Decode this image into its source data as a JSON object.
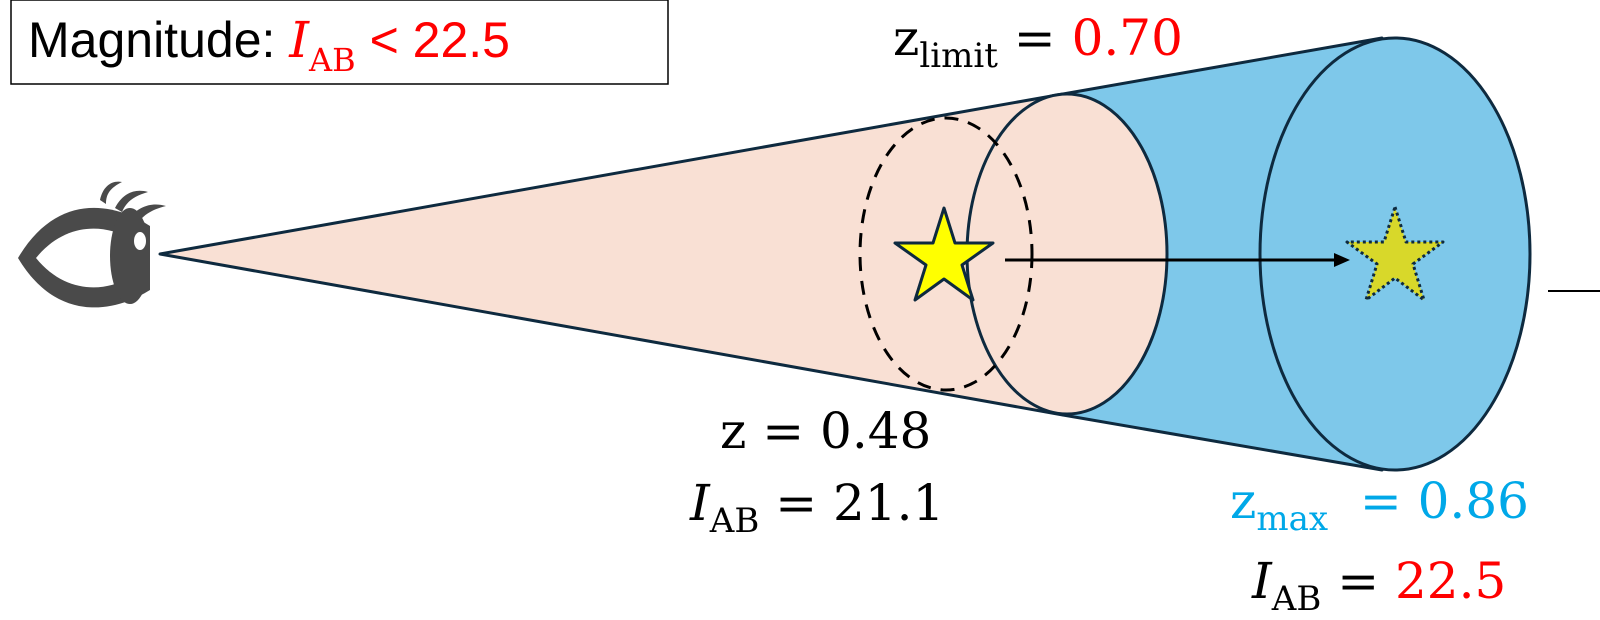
{
  "colors": {
    "near_cone": "#f9e0d4",
    "far_cone": "#7ec8ea",
    "outline": "#0e2a3f",
    "star_near": "#ffff00",
    "star_far": "#d8d82a",
    "red": "#ff0000",
    "blue": "#00a8e8",
    "black": "#000000",
    "eye": "#4a4a4a"
  },
  "icons": {
    "observer": "eye-icon",
    "galaxy": "star-icon"
  },
  "magnitude_box": {
    "label": "Magnitude: ",
    "symbol": "I",
    "subscript": "AB",
    "operator": " < ",
    "value": "22.5"
  },
  "z_limit": {
    "var": "z",
    "subscript": "limit",
    "eq": " = ",
    "value": "0.70"
  },
  "source": {
    "z_var": "z",
    "z_eq": " = ",
    "z_value": "0.48",
    "i_var": "I",
    "i_sub": "AB",
    "i_eq": " = ",
    "i_value": "21.1"
  },
  "z_max": {
    "var": "z",
    "subscript": "max",
    "eq": "  = ",
    "value": "0.86",
    "i_var": "I",
    "i_sub": "AB",
    "i_eq": " = ",
    "i_value": "22.5"
  }
}
